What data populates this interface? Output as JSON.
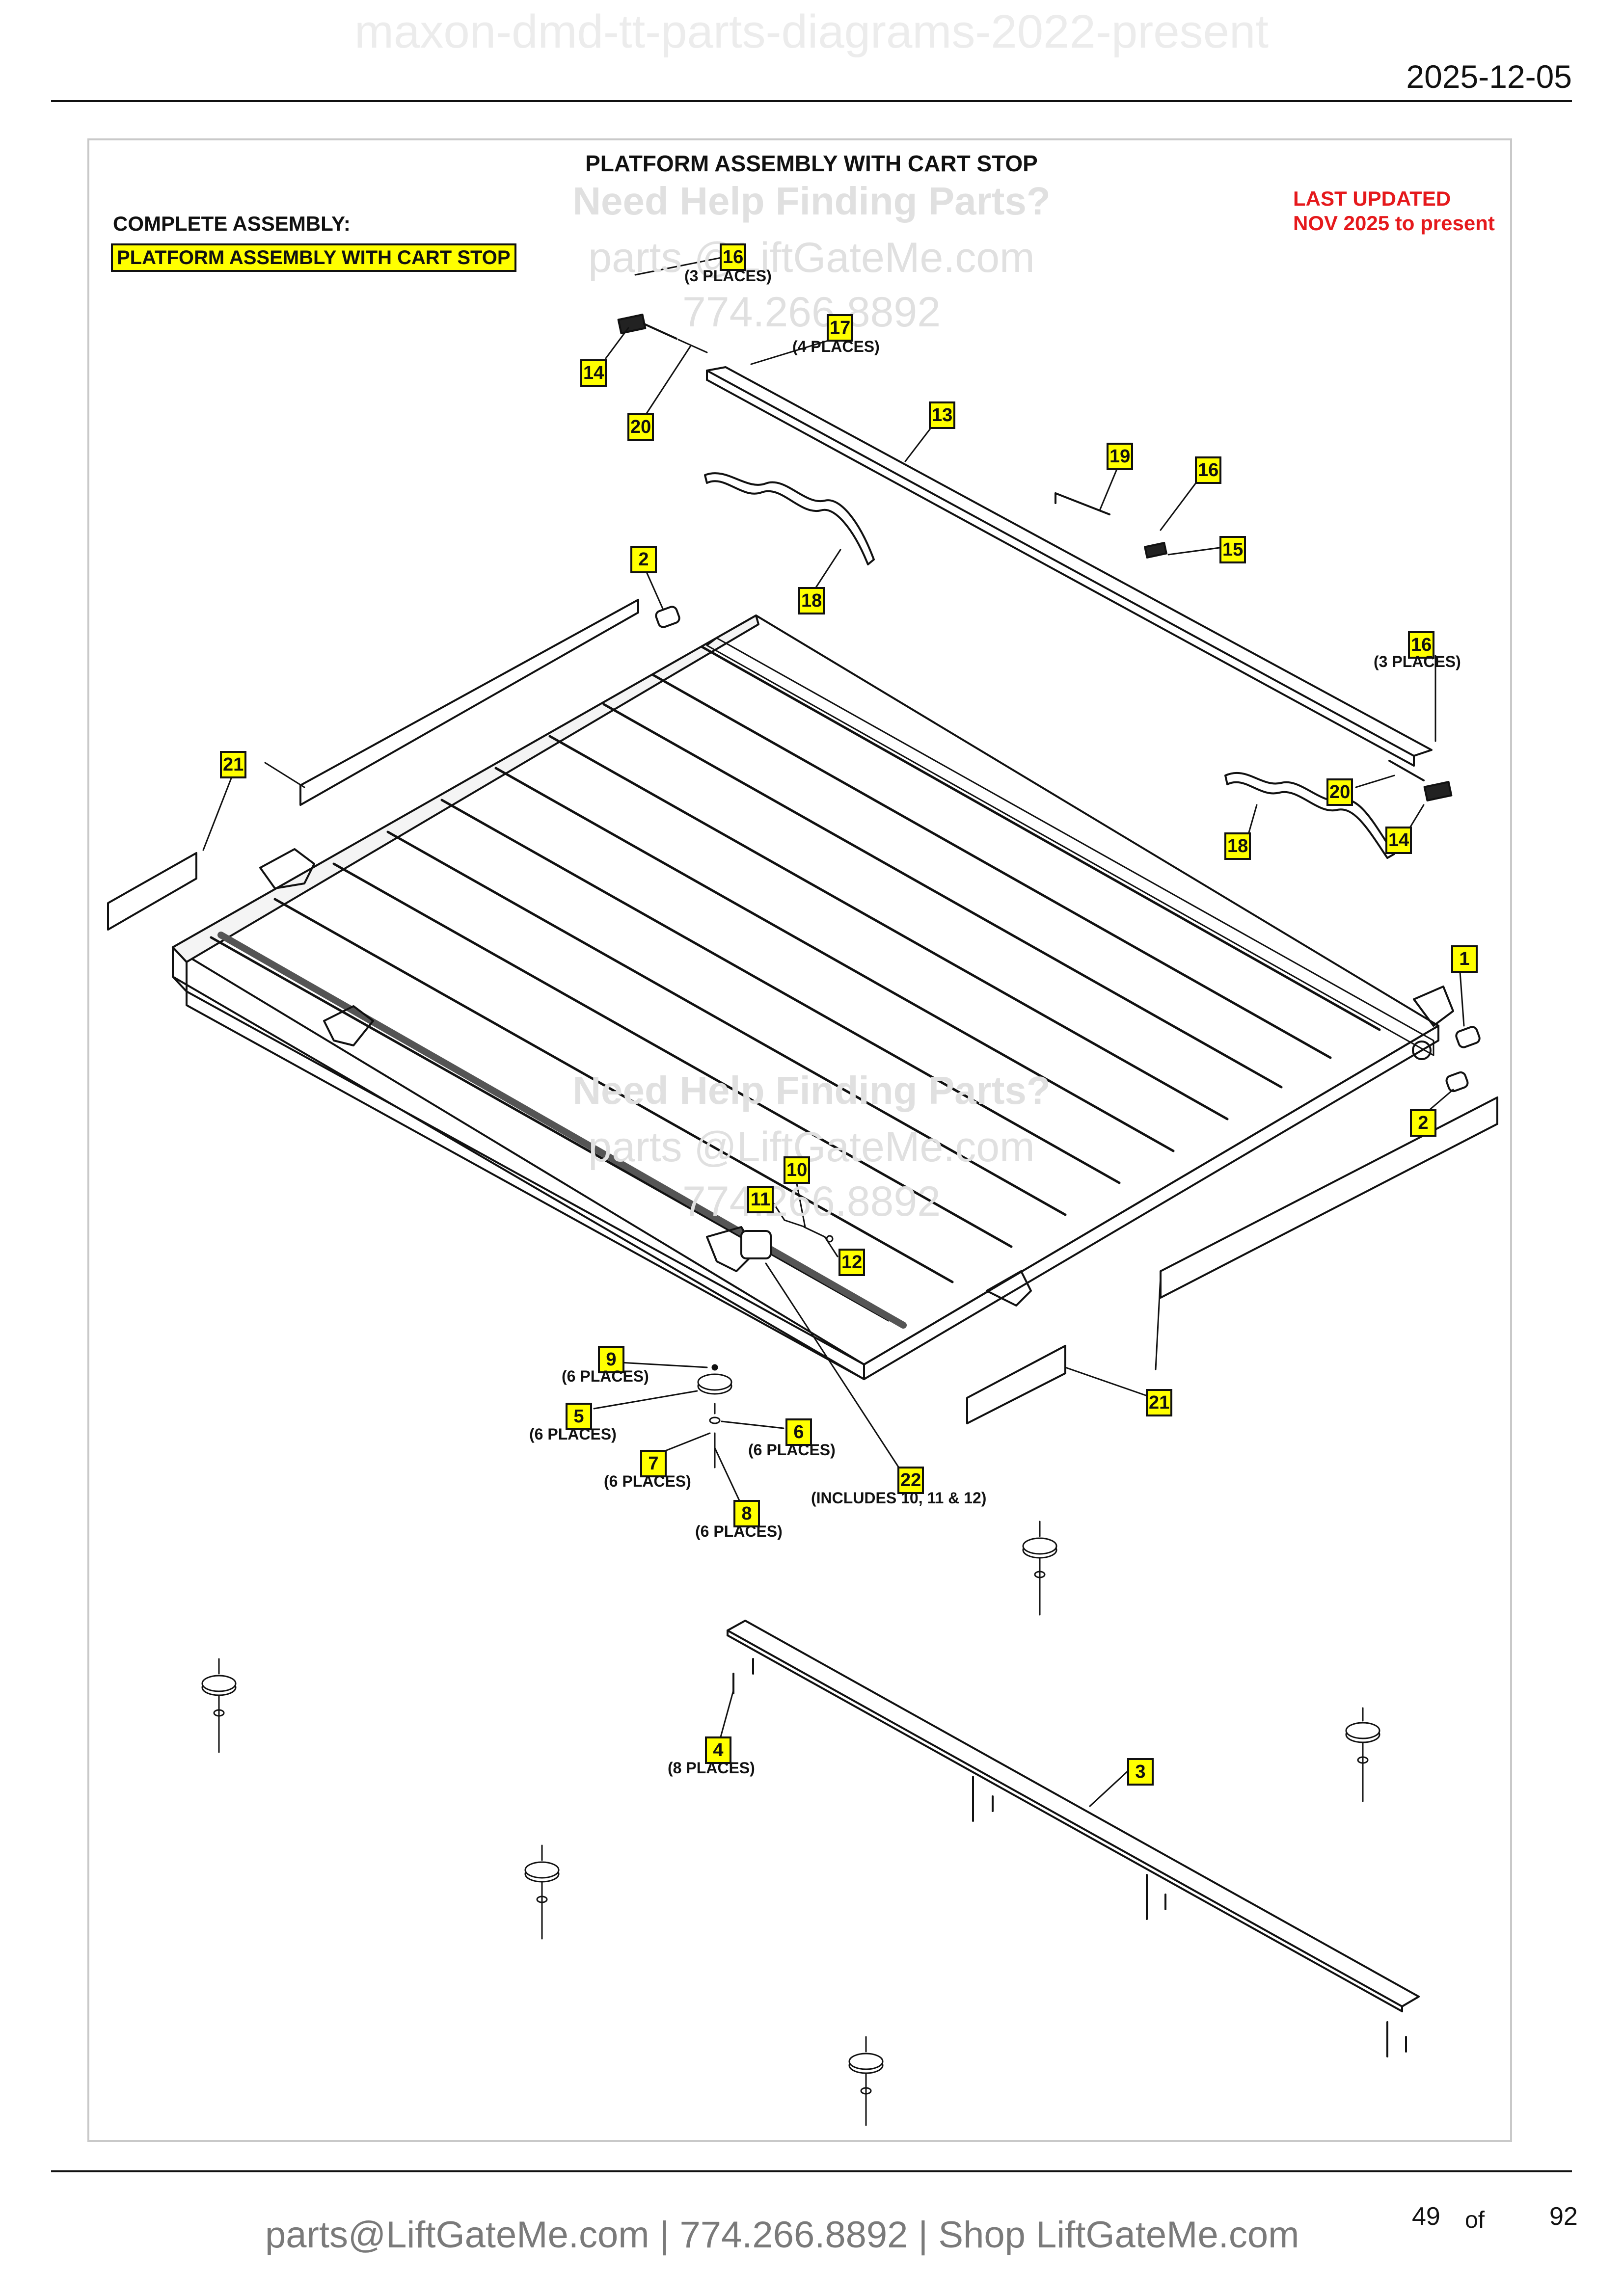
{
  "header": {
    "watermark_title": "maxon-dmd-tt-parts-diagrams-2022-present",
    "date": "2025-12-05"
  },
  "diagram": {
    "title": "PLATFORM ASSEMBLY WITH CART STOP",
    "complete_assembly_label": "COMPLETE ASSEMBLY:",
    "assembly_name": "PLATFORM ASSEMBLY WITH CART STOP",
    "last_updated_line1": "LAST UPDATED",
    "last_updated_line2": "NOV 2025 to present",
    "watermark": {
      "help": "Need Help Finding Parts?",
      "email": "parts @LiftGateMe.com",
      "phone": "774.266.8892"
    },
    "callouts": {
      "c16a": "16",
      "c17": "17",
      "c14a": "14",
      "c20a": "20",
      "c13": "13",
      "c19": "19",
      "c16b": "16",
      "c15": "15",
      "c2a": "2",
      "c18a": "18",
      "c16c": "16",
      "c21a": "21",
      "c20b": "20",
      "c18b": "18",
      "c14b": "14",
      "c1": "1",
      "c2b": "2",
      "c10": "10",
      "c11": "11",
      "c12": "12",
      "c9": "9",
      "c5": "5",
      "c6": "6",
      "c7": "7",
      "c8": "8",
      "c22": "22",
      "c21b": "21",
      "c4": "4",
      "c3": "3"
    },
    "notes": {
      "n16a": "(3 PLACES)",
      "n17": "(4 PLACES)",
      "n16c": "(3 PLACES)",
      "n9": "(6 PLACES)",
      "n5": "(6 PLACES)",
      "n6": "(6 PLACES)",
      "n7": "(6 PLACES)",
      "n8": "(6 PLACES)",
      "n22": "(INCLUDES 10, 11 & 12)",
      "n4": "(8 PLACES)"
    },
    "colors": {
      "callout_fill": "#ffff00",
      "updated_text": "#e5191c",
      "line": "#111111"
    }
  },
  "footer": {
    "contact": "parts@LiftGateMe.com | 774.266.8892 | Shop LiftGateMe.com",
    "page": "49",
    "of": "of",
    "total": "92"
  }
}
